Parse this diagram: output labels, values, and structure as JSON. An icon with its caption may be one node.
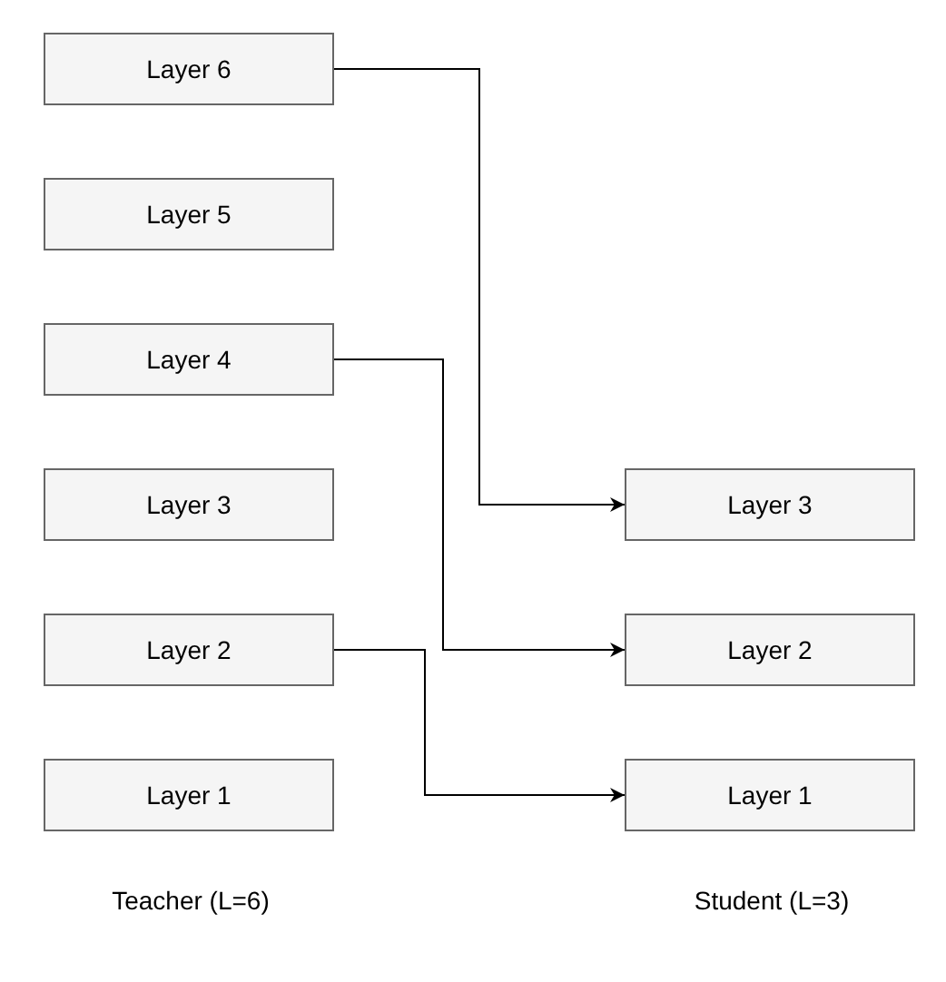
{
  "diagram": {
    "nodes": [
      {
        "text": [
          "Layer 6"
        ]
      },
      {
        "text": [
          "Layer 5"
        ]
      },
      {
        "text": [
          "Layer 4"
        ]
      },
      {
        "text": [
          "Layer 3"
        ]
      },
      {
        "text": [
          "Layer 2"
        ]
      },
      {
        "text": [
          "Layer 1"
        ]
      },
      {
        "text": [
          "Layer 3"
        ]
      },
      {
        "text": [
          "Layer 2"
        ]
      },
      {
        "text": [
          "Layer 1"
        ]
      }
    ],
    "edges": [
      {
        "from": 0,
        "to": 6,
        "arrow": "to"
      },
      {
        "from": 2,
        "to": 7,
        "arrow": "to"
      },
      {
        "from": 4,
        "to": 8,
        "arrow": "to"
      }
    ],
    "labels": [
      "Teacher (L=6)",
      "Student (L=3)"
    ]
  }
}
